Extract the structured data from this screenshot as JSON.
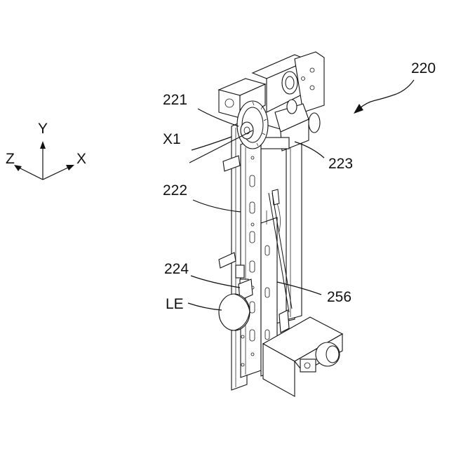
{
  "figure": {
    "assembly_ref": "220",
    "axes": {
      "y": "Y",
      "x": "X",
      "z": "Z"
    },
    "callouts": [
      {
        "id": "221",
        "text": "221"
      },
      {
        "id": "X1",
        "text": "X1"
      },
      {
        "id": "222",
        "text": "222"
      },
      {
        "id": "223",
        "text": "223"
      },
      {
        "id": "224",
        "text": "224"
      },
      {
        "id": "LE",
        "text": "LE"
      },
      {
        "id": "256",
        "text": "256"
      }
    ]
  }
}
